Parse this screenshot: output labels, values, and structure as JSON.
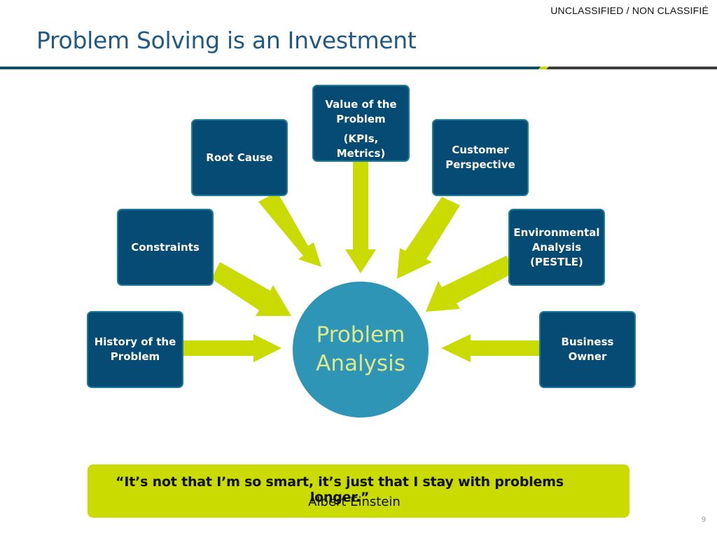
{
  "header": {
    "classification": "UNCLASSIFIED / NON CLASSIFIÉ",
    "title": "Problem Solving is an Investment"
  },
  "colors": {
    "title_blue": "#1f5a86",
    "box_fill": "#054b74",
    "box_border": "#1d7c9a",
    "arrow_green": "#c9db00",
    "circle_fill": "#2f95b7",
    "circle_text": "#dfe98a",
    "rule_navy": "#0b4f6c",
    "rule_dark": "#3d3d3d"
  },
  "diagram": {
    "center": {
      "line1": "Problem",
      "line2": "Analysis"
    },
    "factors": {
      "history": {
        "line1": "History of the",
        "line2": "Problem"
      },
      "constraints": {
        "line1": "Constraints"
      },
      "root_cause": {
        "line1": "Root Cause"
      },
      "value": {
        "line1": "Value of the",
        "line2": "Problem",
        "line3": "(KPIs, Metrics)"
      },
      "customer": {
        "line1": "Customer",
        "line2": "Perspective"
      },
      "environmental": {
        "line1": "Environmental",
        "line2": "Analysis",
        "line3": "(PESTLE)"
      },
      "business_owner": {
        "line1": "Business",
        "line2": "Owner"
      }
    }
  },
  "quote": {
    "text": "“It’s not that I’m so smart, it’s just that I stay with problems longer.”",
    "author": "Albert Einstein"
  },
  "page_number": "9"
}
